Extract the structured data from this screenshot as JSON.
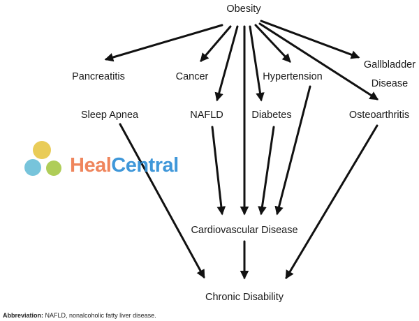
{
  "diagram": {
    "nodes": {
      "obesity": "Obesity",
      "pancreatitis": "Pancreatitis",
      "cancer": "Cancer",
      "hypertension": "Hypertension",
      "gallbladder_line1": "Gallbladder",
      "gallbladder_line2": "Disease",
      "sleep_apnea": "Sleep Apnea",
      "nafld": "NAFLD",
      "diabetes": "Diabetes",
      "osteoarthritis": "Osteoarthritis",
      "cardiovascular": "Cardiovascular Disease",
      "chronic_disability": "Chronic Disability"
    },
    "edges": [
      [
        "Obesity",
        "Pancreatitis"
      ],
      [
        "Obesity",
        "Cancer"
      ],
      [
        "Obesity",
        "NAFLD"
      ],
      [
        "Obesity",
        "Cardiovascular Disease"
      ],
      [
        "Obesity",
        "Diabetes"
      ],
      [
        "Obesity",
        "Hypertension"
      ],
      [
        "Obesity",
        "Osteoarthritis"
      ],
      [
        "Obesity",
        "Gallbladder Disease"
      ],
      [
        "NAFLD",
        "Cardiovascular Disease"
      ],
      [
        "Diabetes",
        "Cardiovascular Disease"
      ],
      [
        "Hypertension",
        "Cardiovascular Disease"
      ],
      [
        "Sleep Apnea",
        "Chronic Disability"
      ],
      [
        "Cardiovascular Disease",
        "Chronic Disability"
      ],
      [
        "Osteoarthritis",
        "Chronic Disability"
      ]
    ]
  },
  "watermark": {
    "part1": "Heal",
    "part2": "Central",
    "color1": "#ee7b4f",
    "color2": "#2f8fd6",
    "logo_colors": [
      "#e8c84a",
      "#6cc0d8",
      "#a9c94a"
    ]
  },
  "caption": {
    "label": "Abbreviation:",
    "text": " NAFLD, nonalcoholic fatty liver disease."
  }
}
